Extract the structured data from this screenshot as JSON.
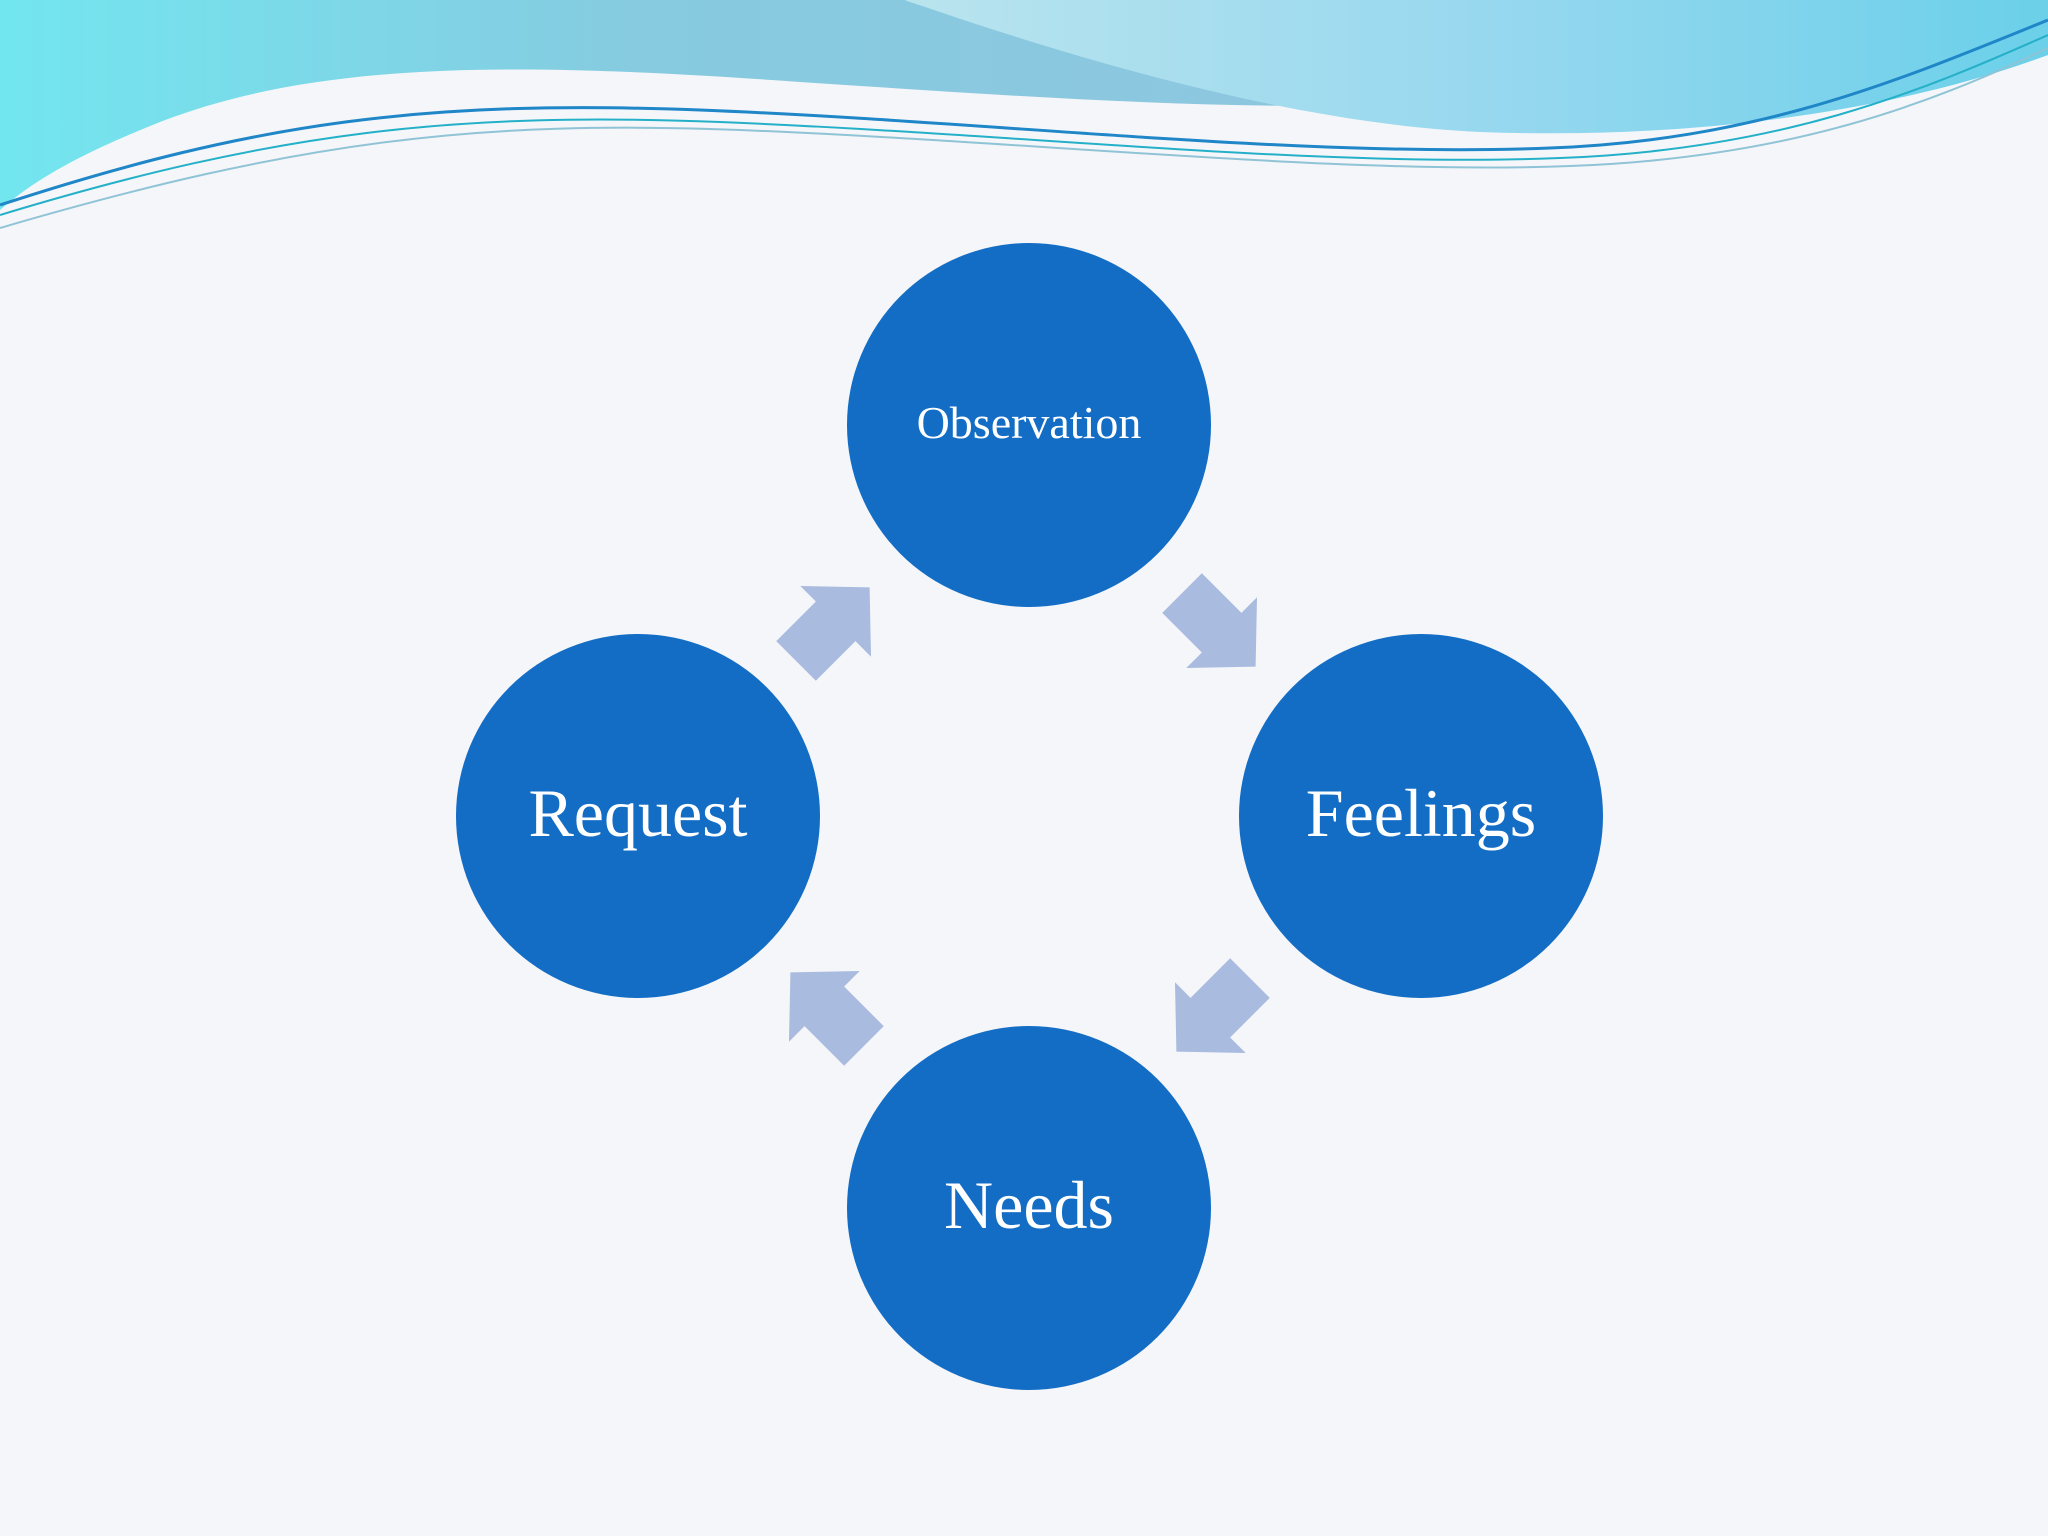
{
  "diagram": {
    "nodes": [
      {
        "id": "observation",
        "label": "Observation"
      },
      {
        "id": "feelings",
        "label": "Feelings"
      },
      {
        "id": "needs",
        "label": "Needs"
      },
      {
        "id": "request",
        "label": "Request"
      }
    ],
    "flow": [
      {
        "from": "observation",
        "to": "feelings"
      },
      {
        "from": "feelings",
        "to": "needs"
      },
      {
        "from": "needs",
        "to": "request"
      },
      {
        "from": "request",
        "to": "observation"
      }
    ]
  },
  "colors": {
    "background": "#f5f6f9",
    "node_fill": "#136dc5",
    "node_text": "#ffffff",
    "arrow_fill": "#a9bbdf",
    "banner_teal": "#72dfec",
    "banner_blue": "#8ecbe6",
    "banner_line": "#1e7fc7"
  }
}
